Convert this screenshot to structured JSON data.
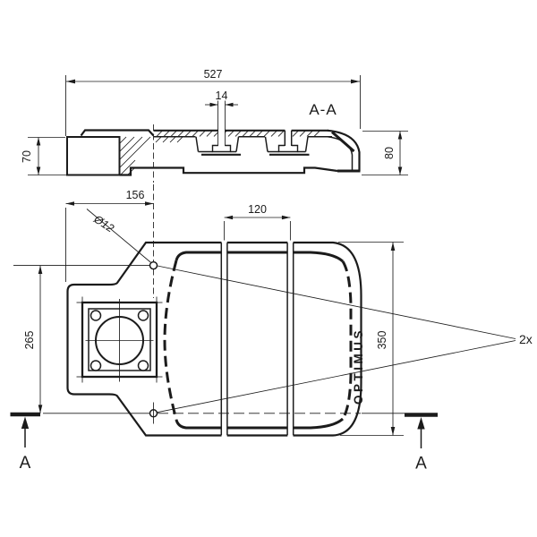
{
  "page": {
    "background": "#ffffff",
    "line_color": "#1b1b1b"
  },
  "views": {
    "section": {
      "label": "A-A",
      "marker_letter": "A"
    },
    "plan": {}
  },
  "dimensions": {
    "total_length": "527",
    "slot_width": "14",
    "left_height": "70",
    "right_height": "80",
    "hole_offset": "156",
    "rib_spacing": "120",
    "hole_diameter": "Ø12",
    "hole_spacing": "265",
    "body_width": "350",
    "hole_count": "2x"
  },
  "part": {
    "logo_text": "OPTIMUS"
  }
}
